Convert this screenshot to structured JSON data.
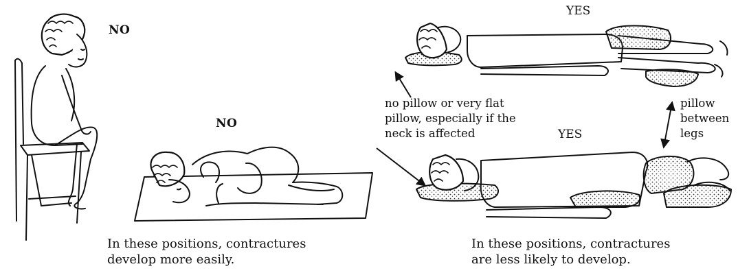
{
  "left_panel": {
    "label_sitting": "NO",
    "label_curled": "NO",
    "caption_line1": "In these positions, contractures",
    "caption_line2": "develop more easily."
  },
  "right_panel": {
    "label_top": "YES",
    "label_side": "YES",
    "pillow_note_line1": "no pillow or very flat",
    "pillow_note_line2": "pillow, especially if the",
    "pillow_note_line3": "neck is affected",
    "legs_note_line1": "pillow",
    "legs_note_line2": "between",
    "legs_note_line3": "legs",
    "caption_line1": "In these positions, contractures",
    "caption_line2": "are less likely to develop."
  },
  "colors": {
    "ink": "#111111",
    "background": "#ffffff"
  }
}
